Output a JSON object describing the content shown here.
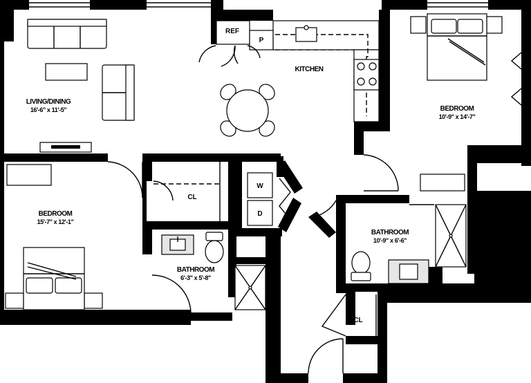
{
  "rooms": {
    "living_dining": {
      "name": "LIVING/DINING",
      "dims": "16'-6\" x 11'-5\""
    },
    "kitchen": {
      "name": "KITCHEN"
    },
    "bedroom_master": {
      "name": "BEDROOM",
      "dims": "10'-9\" x 14'-7\""
    },
    "bedroom_second": {
      "name": "BEDROOM",
      "dims": "15'-7\" x 12'-1\""
    },
    "bathroom_master": {
      "name": "BATHROOM",
      "dims": "10'-9\" x 6'-6\""
    },
    "bathroom_second": {
      "name": "BATHROOM",
      "dims": "6'-3\" x 5'-8\""
    }
  },
  "labels": {
    "ref": "REF",
    "pantry": "P",
    "closet_hall": "CL",
    "closet_entry": "CL",
    "washer": "W",
    "dryer": "D"
  }
}
